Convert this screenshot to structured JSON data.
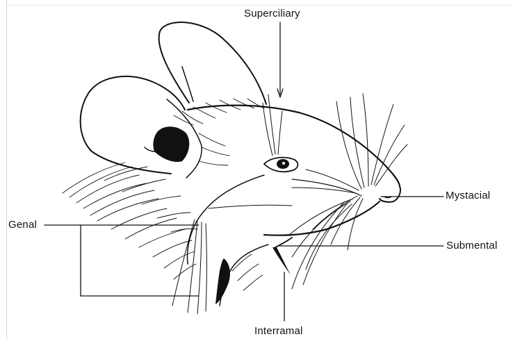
{
  "labels": {
    "superciliary": "Superciliary",
    "mystacial": "Mystacial",
    "submental": "Submental",
    "genal": "Genal",
    "interramal": "Interramal"
  },
  "colors": {
    "ink": "#111111",
    "background": "#ffffff"
  }
}
